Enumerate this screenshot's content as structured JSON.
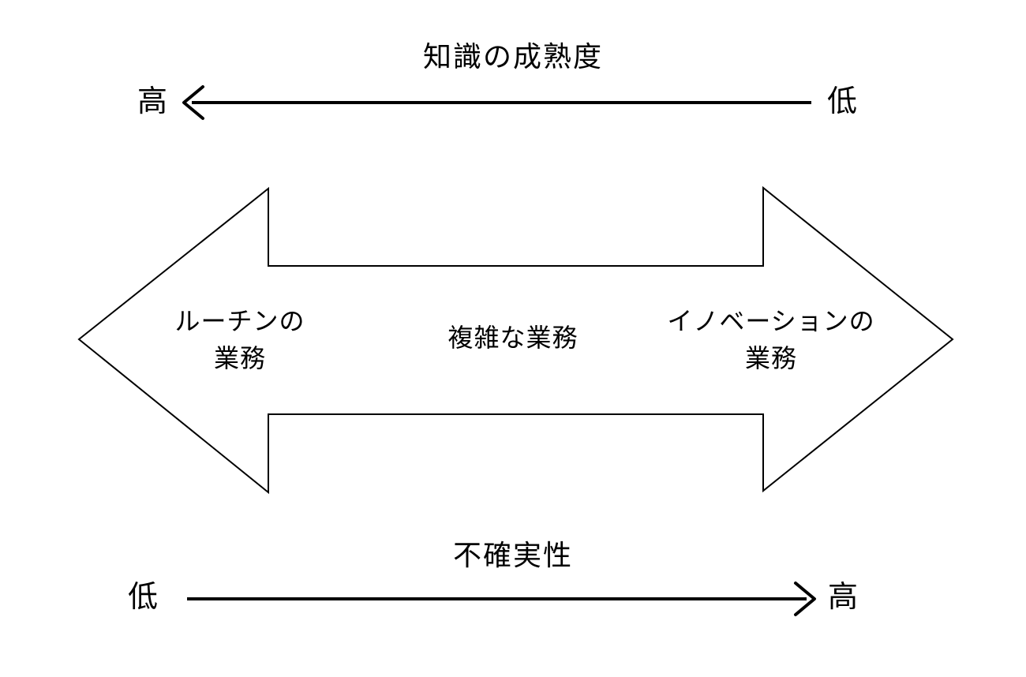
{
  "top_axis": {
    "title": "知識の成熟度",
    "left_label": "高",
    "right_label": "低",
    "direction": "left"
  },
  "arrow_zones": {
    "left": {
      "line1": "ルーチンの",
      "line2": "業務"
    },
    "center": {
      "line1": "複雑な業務"
    },
    "right": {
      "line1": "イノベーションの",
      "line2": "業務"
    }
  },
  "bottom_axis": {
    "title": "不確実性",
    "left_label": "低",
    "right_label": "高",
    "direction": "right"
  },
  "colors": {
    "ink": "#000000",
    "background": "#ffffff"
  }
}
